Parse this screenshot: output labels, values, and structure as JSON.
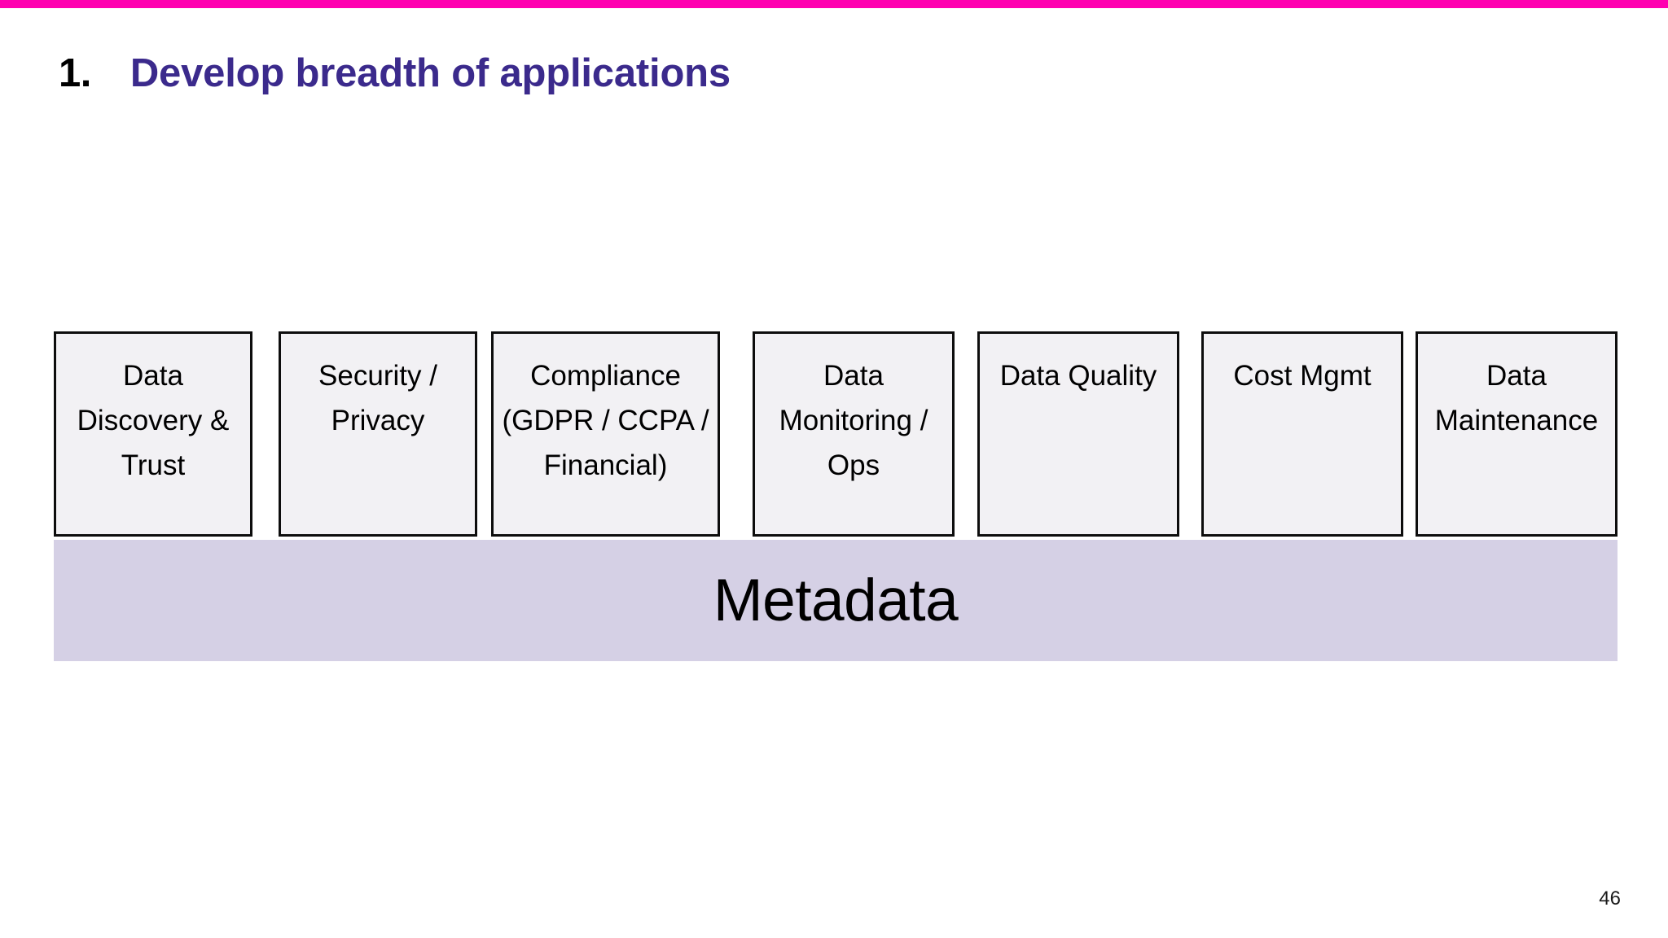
{
  "slide": {
    "accent_color": "#ff00b0",
    "title_number": "1.",
    "title_text": "Develop breadth of applications",
    "title_color": "#3b2a8c",
    "page_number": "46"
  },
  "diagram": {
    "box_fill": "#f2f1f4",
    "box_border": "#0d0d0d",
    "foundation_fill": "#d5d0e5",
    "foundation_label": "Metadata",
    "boxes": [
      {
        "label": "Data Discovery & Trust"
      },
      {
        "label": "Security / Privacy"
      },
      {
        "label": "Compliance (GDPR / CCPA / Financial)"
      },
      {
        "label": "Data Monitoring / Ops"
      },
      {
        "label": "Data Quality"
      },
      {
        "label": "Cost Mgmt"
      },
      {
        "label": "Data Maintenance"
      }
    ]
  }
}
